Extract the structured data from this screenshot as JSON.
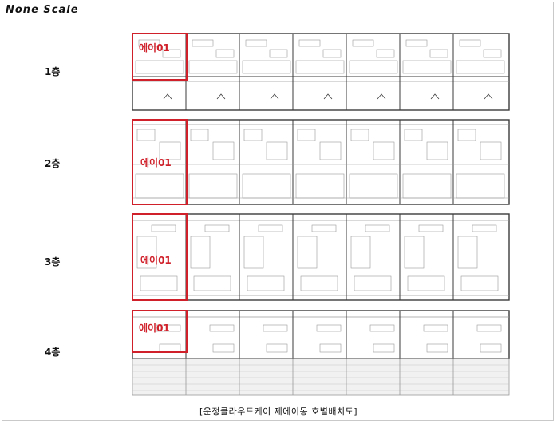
{
  "scale_note": "None Scale",
  "unit_tag": "에이01",
  "caption": "[운정클라우드케이 제에이동 호별배치도]",
  "colors": {
    "highlight": "#d0202a",
    "line": "#3b3b3b",
    "light_line": "#9a9a9a"
  },
  "floors": [
    {
      "label": "1층",
      "units": 7
    },
    {
      "label": "2층",
      "units": 7
    },
    {
      "label": "3층",
      "units": 7
    },
    {
      "label": "4층",
      "units": 7
    }
  ]
}
